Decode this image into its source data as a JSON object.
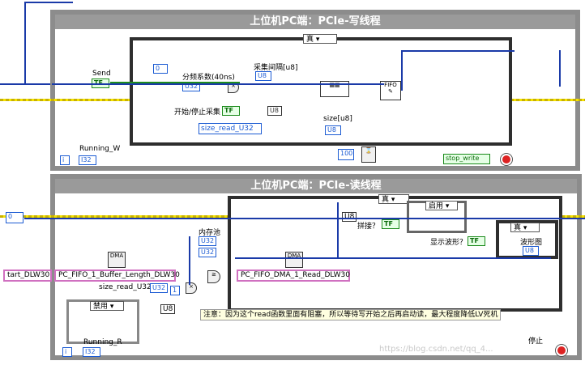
{
  "write_loop": {
    "title": "上位机PC端：PCIe-写线程",
    "case_selector": "真",
    "send_label": "Send",
    "send_ctl": "TF",
    "div_count_label": "分频系数(40ns)",
    "div_ctl": "U32",
    "sample_interval_label": "采集间隔[u8]",
    "sample_interval_ind": "U8",
    "startstop_label": "开始/停止采集",
    "startstop_ctl": "TF",
    "cast_ctl": "U8",
    "size_read_ctl": "size_read_U32",
    "size_label": "size[u8]",
    "size_ind": "U8",
    "fifo_node": "FIFO",
    "wait_const": "100",
    "stop_write": "stop_write",
    "running_label": "Running_W",
    "running_ind": "I32",
    "i_label": "i",
    "num_const": "0"
  },
  "read_loop": {
    "title": "上位机PC端：PCIe-读线程",
    "case_selector": "真",
    "enable_selector": "启用",
    "inner_case_selector": "真",
    "num_const": "0",
    "mem_pool_label": "内存池",
    "mem_pool_ind1": "U32",
    "mem_pool_ind2": "U32",
    "buffer_length_ref": "PC_FIFO_1_Buffer_Length_DLW30",
    "dma_read_ref": "PC_FIFO_DMA_1_Read_DLW30",
    "start_ref": "tart_DLW30",
    "size_read_label": "size_read_U32",
    "size_read_ind": "U32",
    "mult_const": "1",
    "u8_label1": "U8",
    "u8_label2": "U8",
    "splice_label": "拼接？",
    "splice_ctl": "TF",
    "show_wave_label": "显示波形？",
    "show_wave_ctl": "TF",
    "waveform_label": "波形图",
    "waveform_ind": "U8",
    "disabled_selector": "禁用",
    "note": "注意：因为这个read函数里面有阻塞，所以等待写开始之后再启动读，最大程度降低LV死机",
    "stop_label": "停止",
    "running_label": "Running_R",
    "running_ind": "I32",
    "i_label": "i",
    "dma_node": "DMA"
  },
  "watermark": "https://blog.csdn.net/qq_4..."
}
